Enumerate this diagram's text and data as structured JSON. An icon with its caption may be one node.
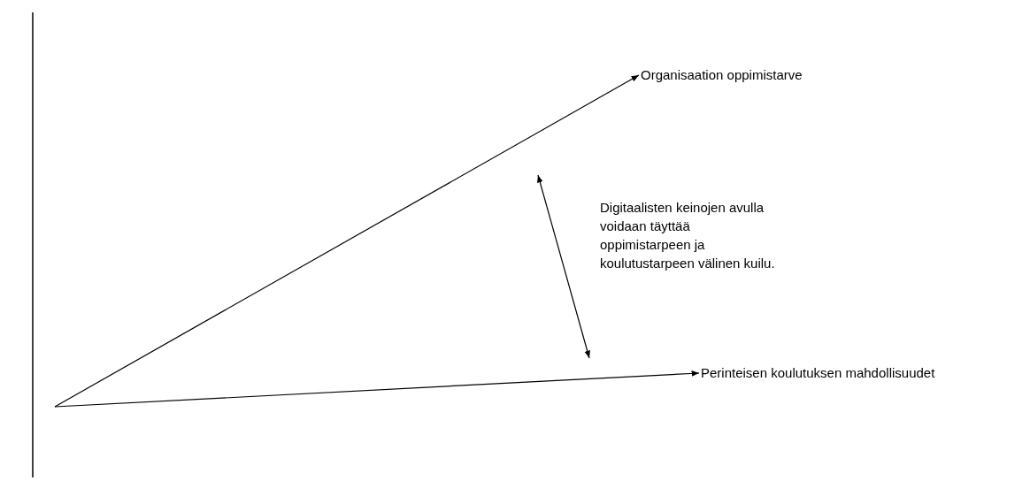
{
  "diagram": {
    "nodes": [
      {
        "text": [
          "Organisaation oppimistarve"
        ]
      },
      {
        "text": [
          "Perinteisen koulutuksen mahdollisuudet"
        ]
      }
    ],
    "edges": [
      {
        "from": null,
        "to": 0,
        "arrow": "to"
      },
      {
        "from": null,
        "to": 1,
        "arrow": "to"
      }
    ],
    "labels": [
      "Digitaalisten keinojen avulla voidaan täyttää oppimistarpeen ja koulutustarpeen välinen kuilu."
    ]
  }
}
